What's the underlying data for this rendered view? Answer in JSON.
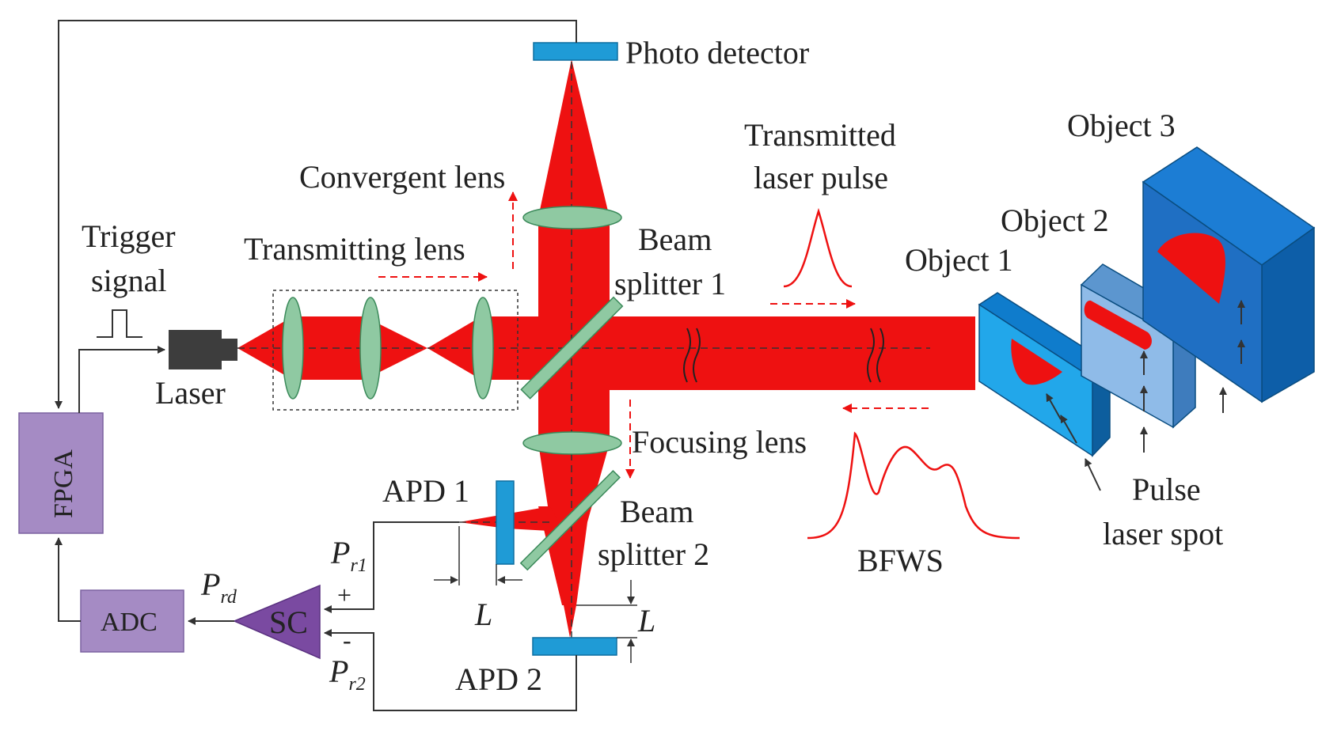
{
  "labels": {
    "photo_detector": "Photo detector",
    "convergent_lens": "Convergent lens",
    "transmitting_lens": "Transmitting lens",
    "trigger_line1": "Trigger",
    "trigger_line2": "signal",
    "laser": "Laser",
    "fpga": "FPGA",
    "adc": "ADC",
    "sc": "SC",
    "beam_splitter_1_line1": "Beam",
    "beam_splitter_1_line2": "splitter 1",
    "beam_splitter_2_line1": "Beam",
    "beam_splitter_2_line2": "splitter 2",
    "transmitted_pulse_line1": "Transmitted",
    "transmitted_pulse_line2": "laser pulse",
    "focusing_lens": "Focusing lens",
    "apd1": "APD 1",
    "apd2": "APD 2",
    "object1": "Object 1",
    "object2": "Object 2",
    "object3": "Object 3",
    "pulse_spot_line1": "Pulse",
    "pulse_spot_line2": "laser spot",
    "bfws": "BFWS",
    "length_L": "L",
    "p_r1_main": "P",
    "p_r1_sub": "r1",
    "p_r2_main": "P",
    "p_r2_sub": "r2",
    "p_rd_main": "P",
    "p_rd_sub": "rd",
    "plus": "+",
    "minus": "-"
  },
  "colors": {
    "beam": "#ee1111",
    "lens": "#8fc9a2",
    "detector": "#1f9bd6",
    "box": "#a58bc4",
    "sc": "#7a4aa1"
  }
}
